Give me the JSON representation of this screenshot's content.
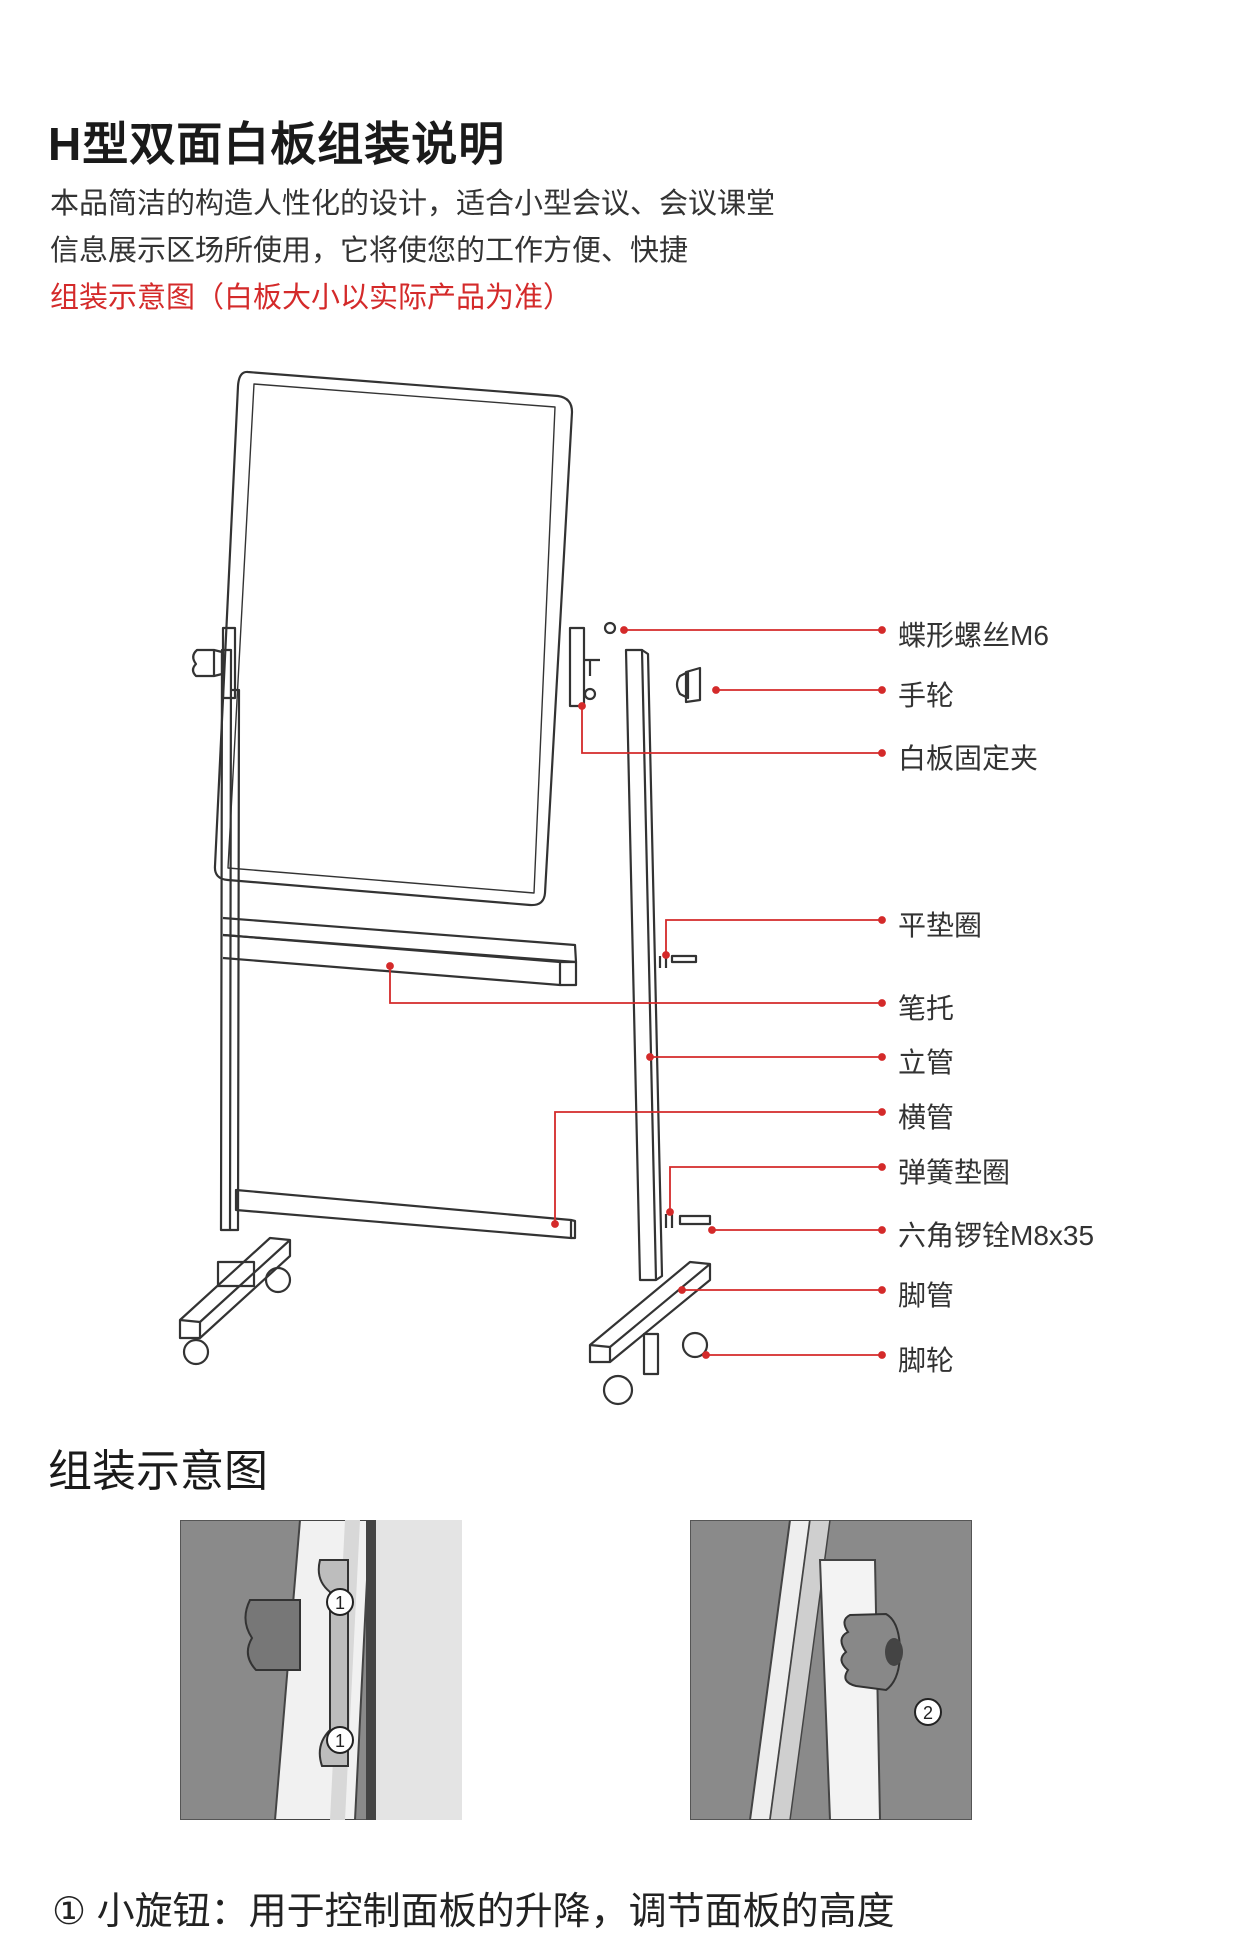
{
  "header": {
    "title": "H型双面白板组装说明",
    "desc_line1": "本品简洁的构造人性化的设计，适合小型会议、会议课堂",
    "desc_line2": "信息展示区场所使用，它将使您的工作方便、快捷",
    "desc_line3": "组装示意图（白板大小以实际产品为准）"
  },
  "parts": [
    "蝶形螺丝M6",
    "手轮",
    "白板固定夹",
    "平垫圈",
    "笔托",
    "立管",
    "横管",
    "弹簧垫圈",
    "六角锣铨M8x35",
    "脚管",
    "脚轮"
  ],
  "section2": {
    "title": "组装示意图",
    "marker1": "1",
    "marker2": "2",
    "caption": "① 小旋钮：用于控制面板的升降，调节面板的高度"
  },
  "colors": {
    "accent": "#d42a2a",
    "photo_bg": "#8a8a8a"
  }
}
